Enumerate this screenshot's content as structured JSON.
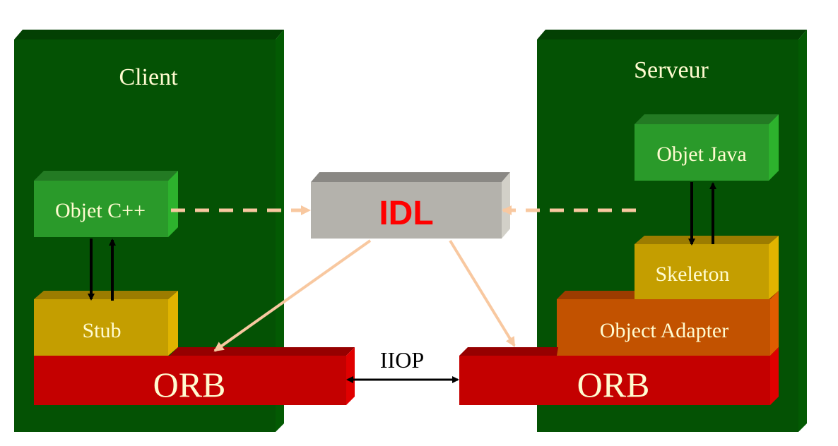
{
  "client": {
    "title": "Client",
    "object_label": "Objet C++",
    "stub_label": "Stub",
    "orb_label": "ORB"
  },
  "server": {
    "title": "Serveur",
    "object_label": "Objet Java",
    "skeleton_label": "Skeleton",
    "adapter_label": "Object Adapter",
    "orb_label": "ORB"
  },
  "idl": {
    "label": "IDL"
  },
  "protocol": {
    "label": "IIOP"
  },
  "colors": {
    "panel": "#045204",
    "object": "#2a9a2a",
    "stub": "#c49e00",
    "adapter": "#c25200",
    "orb": "#c40000",
    "idl_box": "#b4b2ac",
    "idl_text": "#ff0000",
    "label_text": "#fffbd0",
    "dependency_line": "#f8c8a0"
  }
}
